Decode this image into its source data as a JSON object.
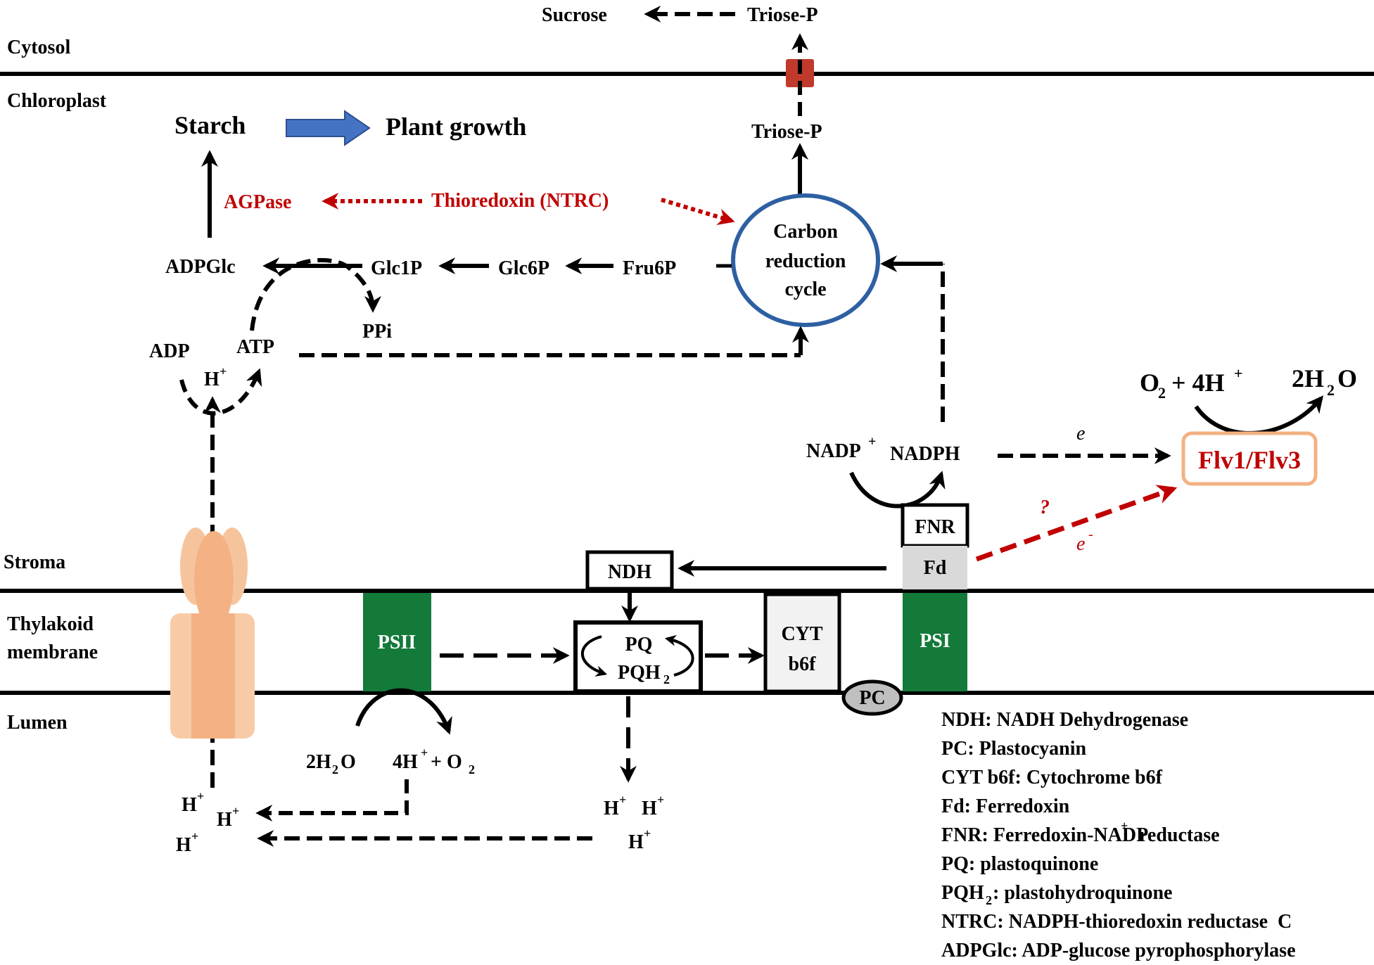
{
  "compartments": {
    "cytosol": "Cytosol",
    "chloroplast": "Chloroplast",
    "stroma": "Stroma",
    "thylakoid_line1": "Thylakoid",
    "thylakoid_line2": "membrane",
    "lumen": "Lumen"
  },
  "metabolites": {
    "sucrose": "Sucrose",
    "triose_p_cytosol": "Triose-P",
    "triose_p_chloroplast": "Triose-P",
    "starch": "Starch",
    "plant_growth": "Plant growth",
    "agpase": "AGPase",
    "thioredoxin": "Thioredoxin (NTRC)",
    "carbon_cycle_line1": "Carbon",
    "carbon_cycle_line2": "reduction",
    "carbon_cycle_line3": "cycle",
    "adpglc": "ADPGlc",
    "glc1p": "Glc1P",
    "glc6p": "Glc6P",
    "fru6p": "Fru6P",
    "ppi": "PPi",
    "adp": "ADP",
    "atp": "ATP",
    "h_plus": "H",
    "o2_4h": "O",
    "two_h2o": "2H",
    "nadp_plus": "NADP",
    "nadph": "NADPH",
    "e_minus": "e",
    "question": "?",
    "two_h2o_lumen": "2H",
    "four_h_o2": "4H",
    "lumen_h_left_1": "H",
    "lumen_h_left_2": "H",
    "lumen_h_left_3": "H",
    "lumen_h_mid_1": "H",
    "lumen_h_mid_2": "H",
    "lumen_h_mid_3": "H"
  },
  "complexes": {
    "flv": "Flv1/Flv3",
    "fnr": "FNR",
    "fd": "Fd",
    "ndh": "NDH",
    "psii": "PSII",
    "psi": "PSI",
    "pq": "PQ",
    "pqh2": "PQH",
    "cyt_line1": "CYT",
    "cyt_line2": "b6f",
    "pc": "PC"
  },
  "legend": [
    "NDH: NADH Dehydrogenase",
    "PC: Plastocyanin",
    "CYT b6f: Cytochrome b6f",
    "Fd: Ferredoxin",
    "FNR: Ferredoxin-NADP",
    "PQ: plastoquinone",
    "PQH",
    "NTRC: NADPH-thioredoxin reductase  C",
    "ADPGlc: ADP-glucose pyrophosphorylase"
  ],
  "legend_extra": {
    "fnr_sup": "+",
    "fnr_tail": "  reductase",
    "pqh2_sub": "2",
    "pqh2_tail": ": plastohydroquinone"
  },
  "colors": {
    "psi_psii_green": "#137a3a",
    "flv_border": "#f4b183",
    "flv_text": "#c00000",
    "red_regulation": "#c00000",
    "cycle_blue": "#2e5fa3",
    "plant_growth_arrow": "#4472c4",
    "atp_synthase": "#f6c49c",
    "transporter": "#c0392b",
    "fd_gray": "#d9d9d9"
  }
}
